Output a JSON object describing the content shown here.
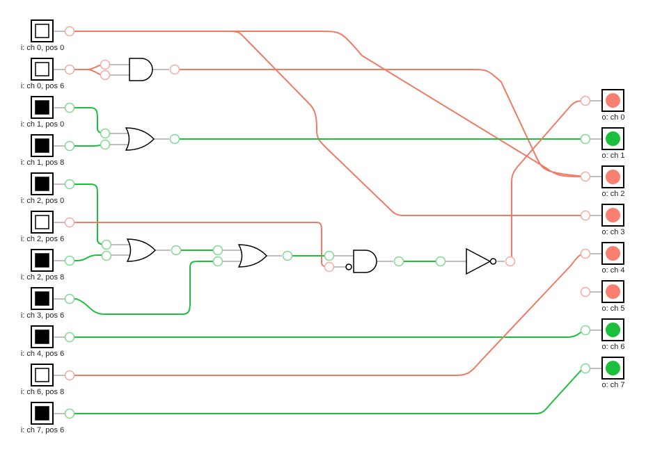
{
  "colors": {
    "on": "#1cbf3c",
    "off": "#f07a64",
    "off_fill": "#f88070",
    "stub": "#a8a8a8",
    "node_on_stroke": "#7fd98f",
    "node_off_stroke": "#f5aaa0"
  },
  "inputs": [
    {
      "label": "i: ch 0, pos 0",
      "state": "off"
    },
    {
      "label": "i: ch 0, pos 6",
      "state": "off"
    },
    {
      "label": "i: ch 1, pos 0",
      "state": "on"
    },
    {
      "label": "i: ch 1, pos 8",
      "state": "on"
    },
    {
      "label": "i: ch 2, pos 0",
      "state": "on"
    },
    {
      "label": "i: ch 2, pos 6",
      "state": "off"
    },
    {
      "label": "i: ch 2, pos 8",
      "state": "on"
    },
    {
      "label": "i: ch 3, pos 6",
      "state": "on"
    },
    {
      "label": "i: ch 4, pos 6",
      "state": "on"
    },
    {
      "label": "i: ch 6, pos 8",
      "state": "off"
    },
    {
      "label": "i: ch 7, pos 6",
      "state": "on"
    }
  ],
  "outputs": [
    {
      "label": "o: ch 0",
      "state": "off"
    },
    {
      "label": "o: ch 1",
      "state": "on"
    },
    {
      "label": "o: ch 2",
      "state": "off"
    },
    {
      "label": "o: ch 3",
      "state": "off"
    },
    {
      "label": "o: ch 4",
      "state": "off"
    },
    {
      "label": "o: ch 5",
      "state": "off"
    },
    {
      "label": "o: ch 6",
      "state": "on"
    },
    {
      "label": "o: ch 7",
      "state": "on"
    }
  ],
  "gates": [
    {
      "id": "and1",
      "type": "AND",
      "state": "off"
    },
    {
      "id": "or1",
      "type": "OR",
      "state": "on"
    },
    {
      "id": "or2",
      "type": "OR",
      "state": "on"
    },
    {
      "id": "or3",
      "type": "OR",
      "state": "on"
    },
    {
      "id": "and2",
      "type": "AND",
      "inverted_input": true,
      "state": "on"
    },
    {
      "id": "not1",
      "type": "NOT",
      "state": "off"
    }
  ]
}
